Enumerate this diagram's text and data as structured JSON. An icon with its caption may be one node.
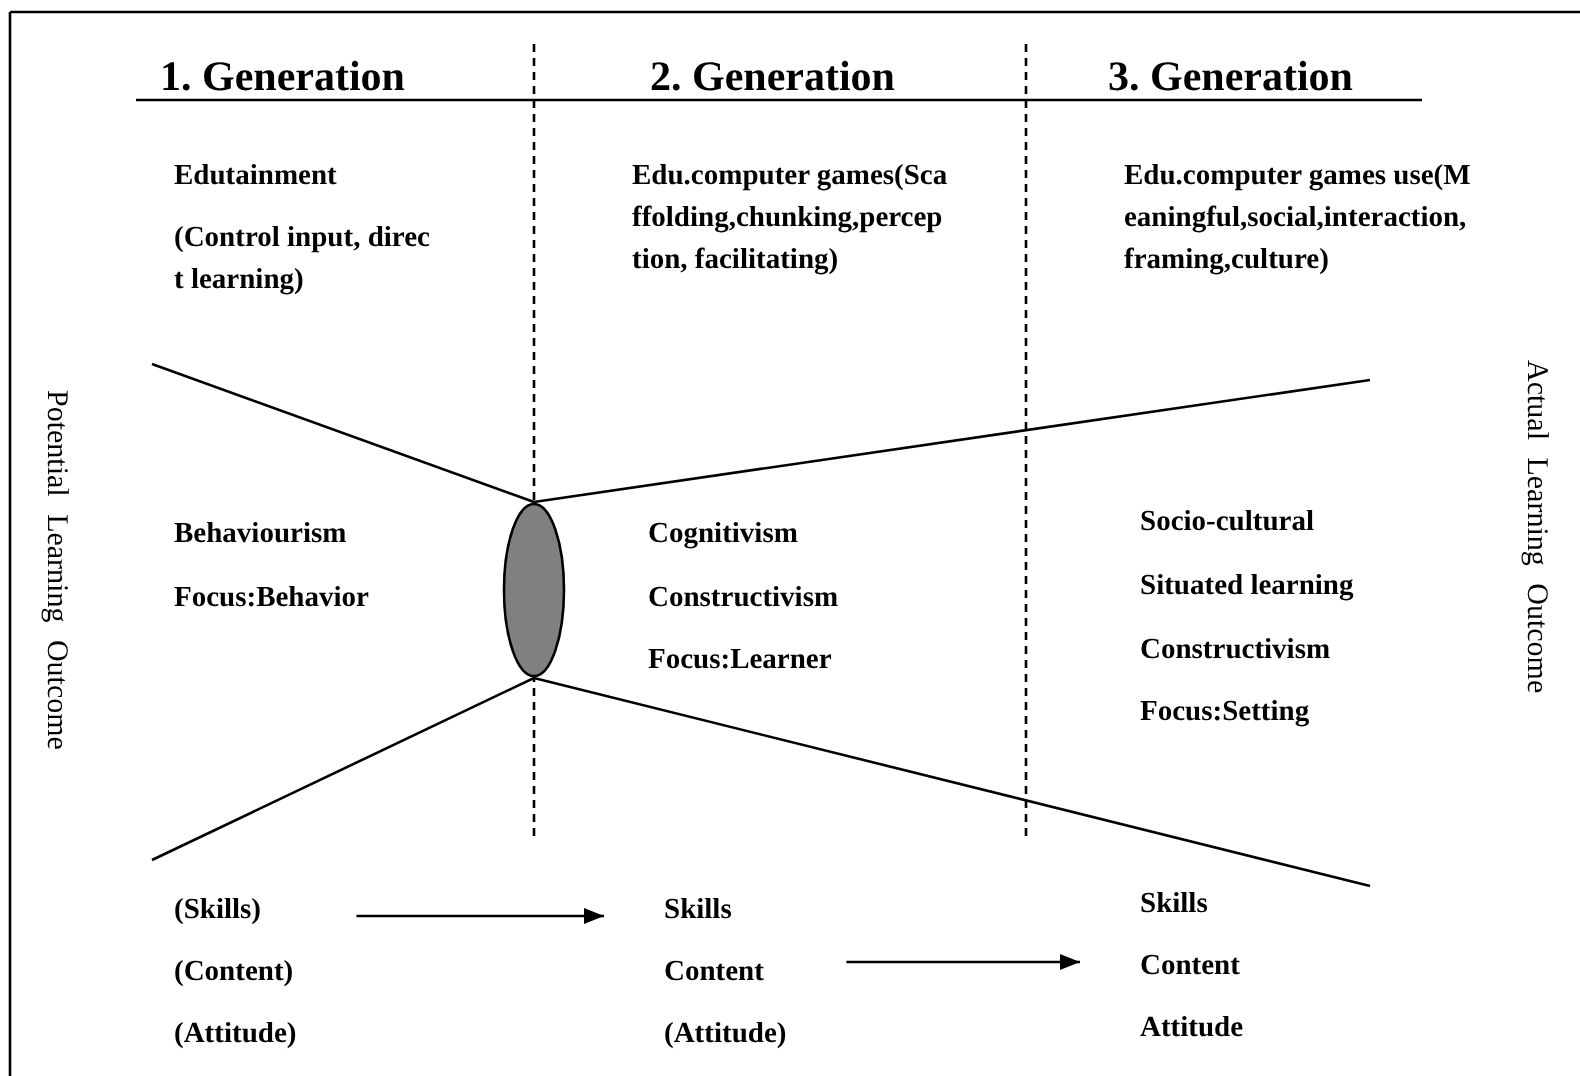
{
  "diagram": {
    "nodes": [
      {
        "text": [],
        "shape": "ellipse"
      },
      {
        "text": [
          "(Skills)",
          "(Content)",
          "(Attitude)"
        ]
      },
      {
        "text": [
          "Skills",
          "Content",
          "(Attitude)"
        ]
      },
      {
        "text": [
          "Skills",
          "Content",
          "Attitude"
        ]
      }
    ],
    "edges": [
      {
        "from": 1,
        "to": 2,
        "arrow": "to"
      },
      {
        "from": 2,
        "to": 3,
        "arrow": "to"
      }
    ],
    "labels": [
      "1. Generation",
      "2. Generation",
      "3. Generation",
      "Edutainment",
      "(Control input, direct learning)",
      "Edu.computer games(Scaffolding,chunking,perception, facilitating)",
      "Edu.computer games use(Meaningful,social,interaction,framing,culture)",
      "Potential Learning Outcome",
      "Actual Learning Outcome",
      "Behaviourism",
      "Focus:Behavior",
      "Cognitivism",
      "Constructivism",
      "Focus:Learner",
      "Socio-cultural",
      "Situated learning",
      "Constructivism",
      "Focus:Setting"
    ]
  }
}
